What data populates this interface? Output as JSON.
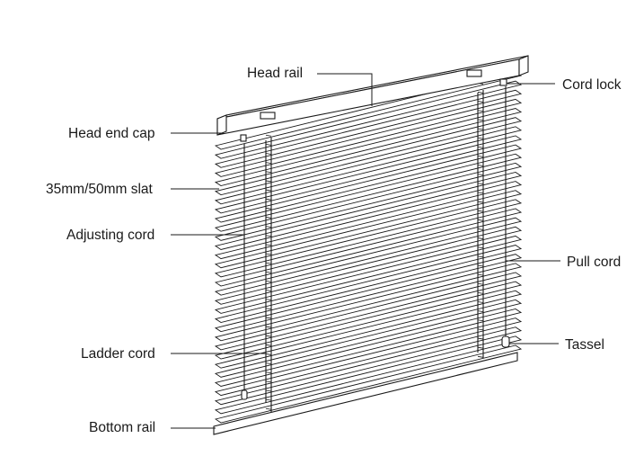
{
  "labels": {
    "head_rail": "Head rail",
    "cord_lock": "Cord lock",
    "head_end_cap": "Head end cap",
    "slat": "35mm/50mm slat",
    "adjusting_cord": "Adjusting cord",
    "pull_cord": "Pull cord",
    "ladder_cord": "Ladder cord",
    "tassel": "Tassel",
    "bottom_rail": "Bottom rail"
  },
  "colors": {
    "stroke": "#1a1a1a",
    "background": "#ffffff"
  }
}
